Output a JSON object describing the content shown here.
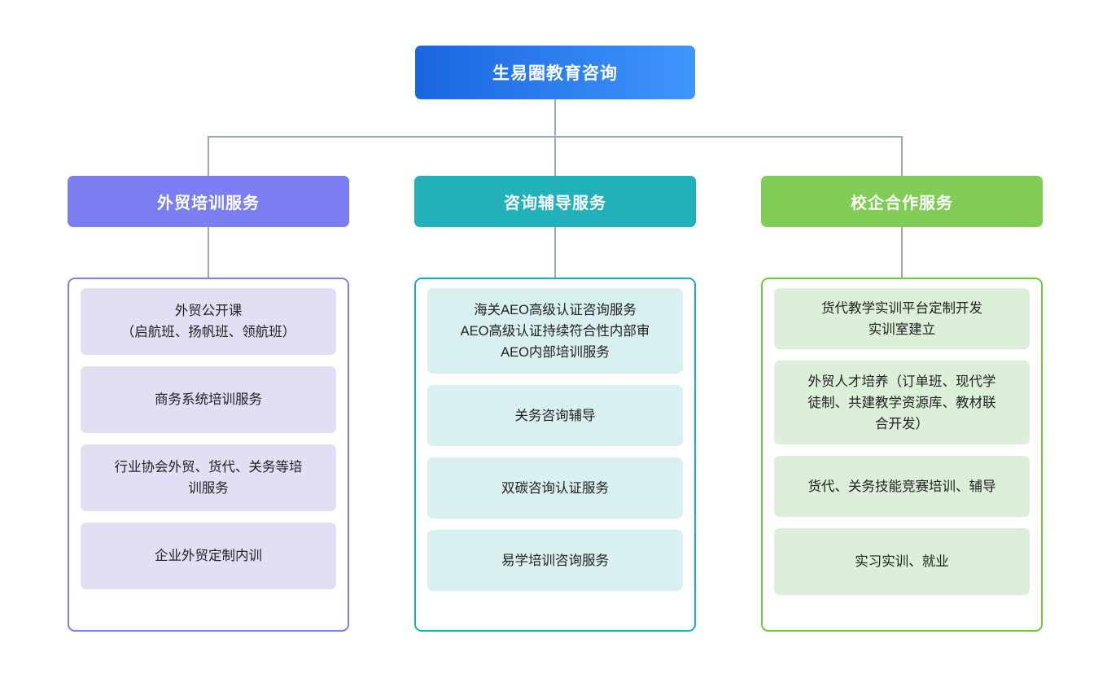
{
  "diagram": {
    "root": {
      "label": "生易圈教育咨询",
      "color_start": "#1a66e0",
      "color_end": "#3f96fc"
    },
    "connector_color": "#9aa8bd",
    "branches": [
      {
        "id": "foreign-trade-training",
        "label": "外贸培训服务",
        "header_color": "#7b7ef0",
        "border_color": "#7b7ef0",
        "leaf_color": "#e2dff5",
        "items": [
          {
            "lines": [
              "外贸公开课",
              "（启航班、扬帆班、领航班）"
            ],
            "height": 82
          },
          {
            "lines": [
              "商务系统培训服务"
            ],
            "height": 82
          },
          {
            "lines": [
              "行业协会外贸、货代、关务等培",
              "训服务"
            ],
            "height": 82
          },
          {
            "lines": [
              "企业外贸定制内训"
            ],
            "height": 82
          }
        ]
      },
      {
        "id": "consulting-tutoring",
        "label": "咨询辅导服务",
        "header_color": "#20b2b8",
        "border_color": "#12b0b8",
        "leaf_color": "#d8f0ef",
        "items": [
          {
            "lines": [
              "海关AEO高级认证咨询服务",
              "AEO高级认证持续符合性内部审",
              "AEO内部培训服务"
            ],
            "height": 105
          },
          {
            "lines": [
              "关务咨询辅导"
            ],
            "height": 75
          },
          {
            "lines": [
              "双碳咨询认证服务"
            ],
            "height": 75
          },
          {
            "lines": [
              "易学培训咨询服务"
            ],
            "height": 75
          }
        ]
      },
      {
        "id": "school-enterprise-cooperation",
        "label": "校企合作服务",
        "header_color": "#80cc54",
        "border_color": "#71c63f",
        "leaf_color": "#dcefd9",
        "items": [
          {
            "lines": [
              "货代教学实训平台定制开发",
              "实训室建立"
            ],
            "height": 75
          },
          {
            "lines": [
              "外贸人才培养（订单班、现代学",
              "徒制、共建教学资源库、教材联",
              "合开发）"
            ],
            "height": 103
          },
          {
            "lines": [
              "货代、关务技能竞赛培训、辅导"
            ],
            "height": 75
          },
          {
            "lines": [
              "实习实训、就业"
            ],
            "height": 82
          }
        ]
      }
    ]
  }
}
